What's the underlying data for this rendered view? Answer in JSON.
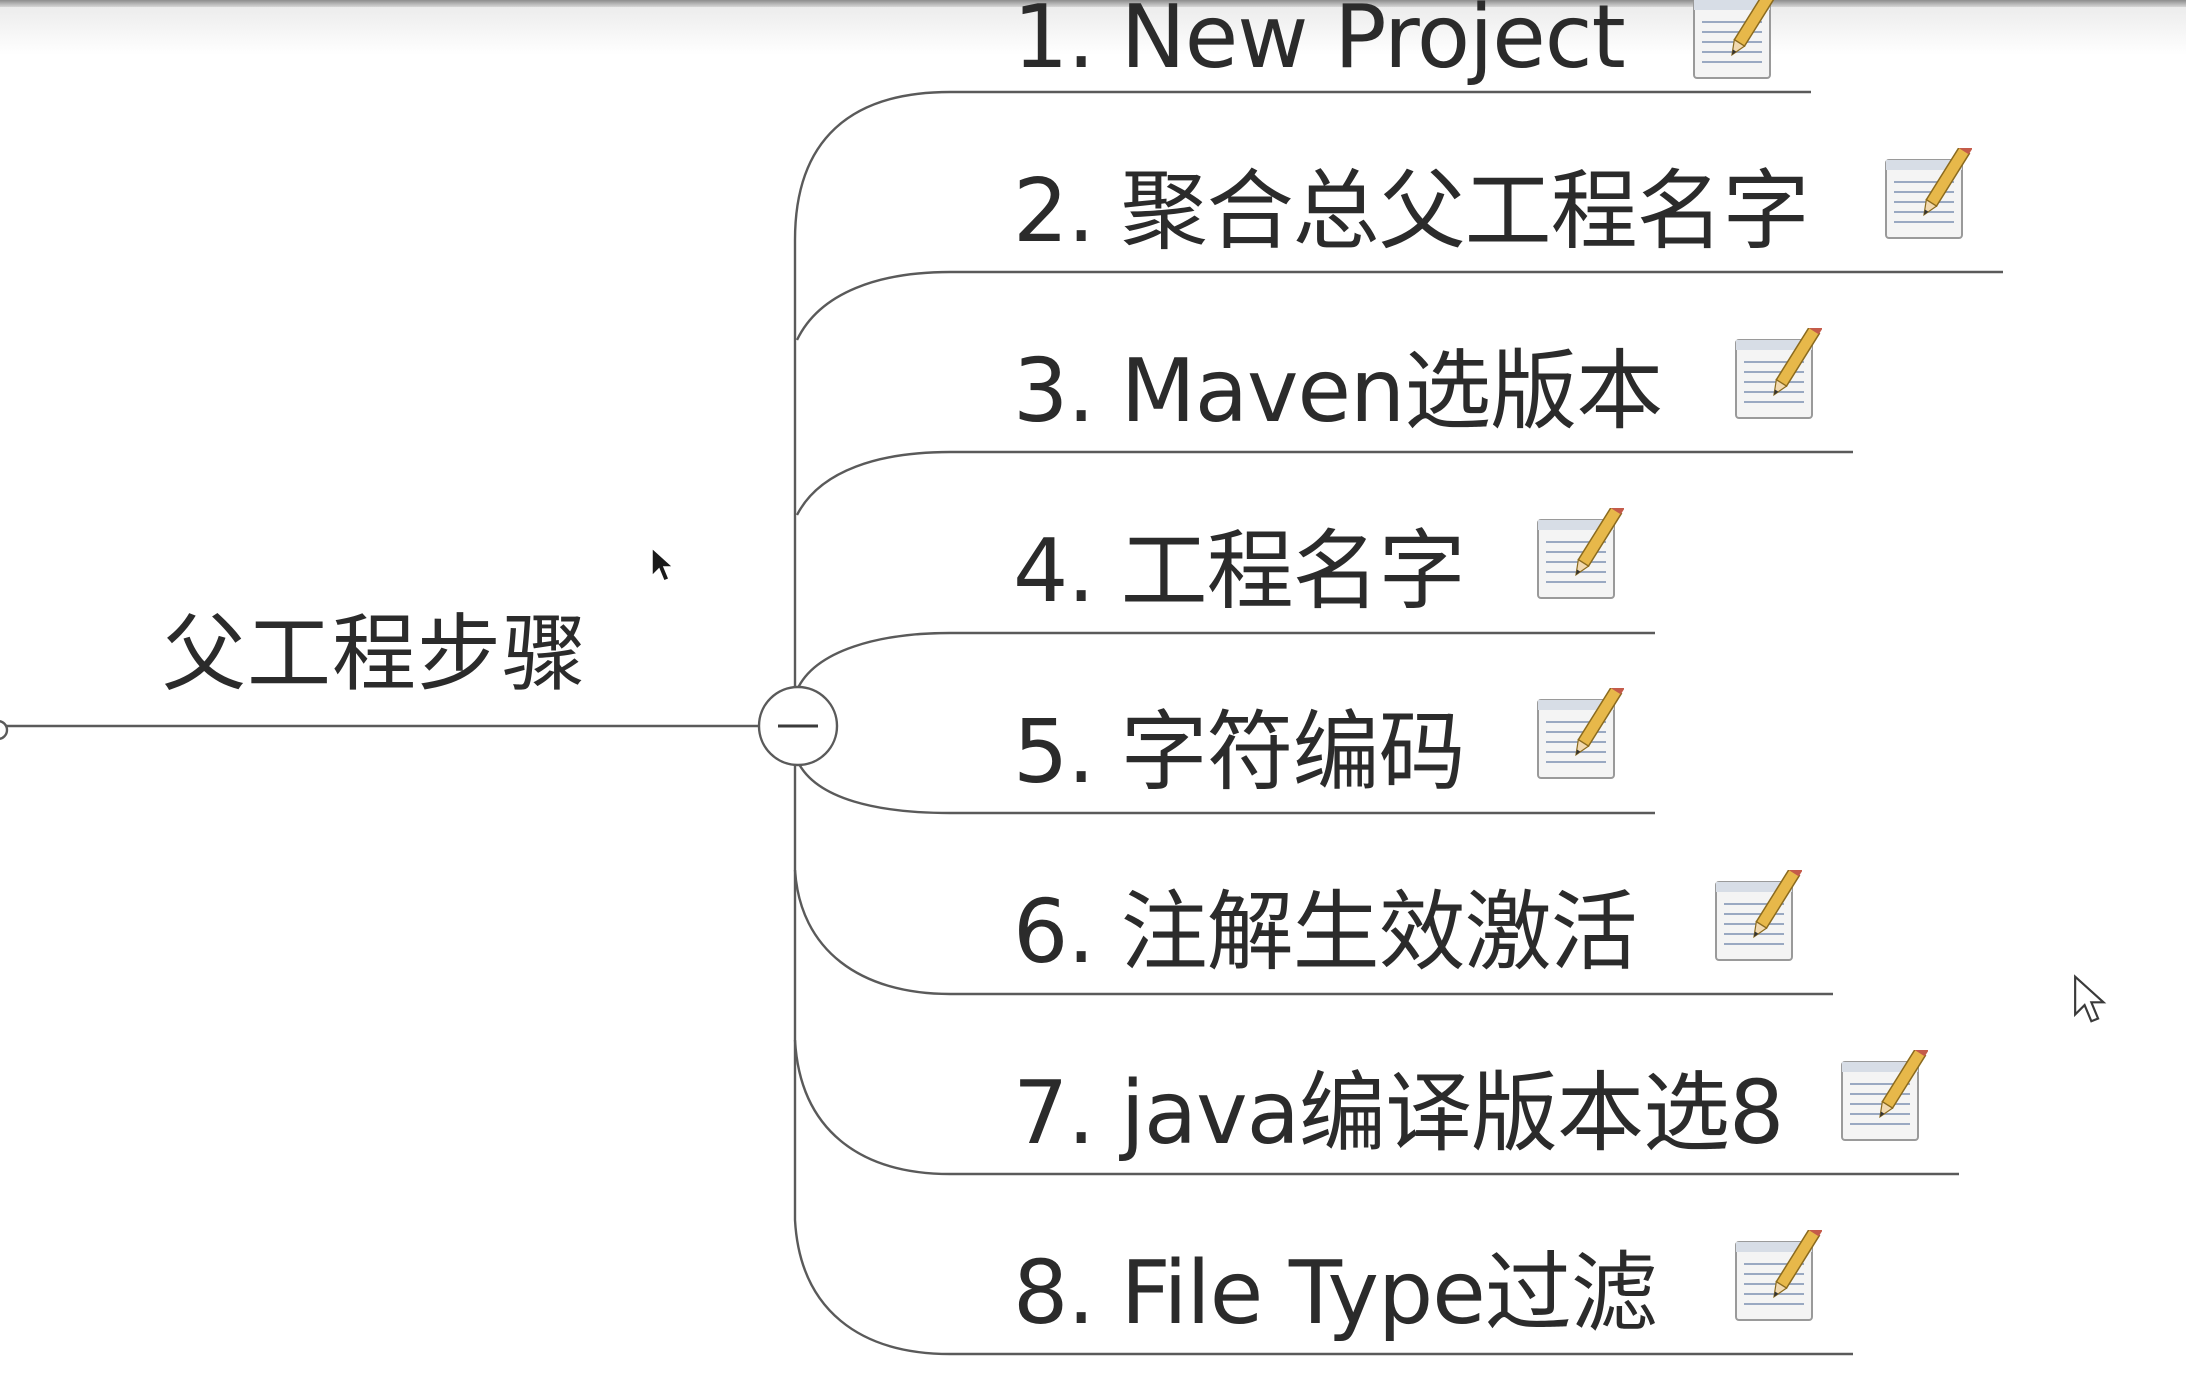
{
  "central_topic": {
    "label": "父工程步骤"
  },
  "collapse_toggle": {
    "symbol": "−",
    "state": "expanded"
  },
  "branches": [
    {
      "label": "1. New Project"
    },
    {
      "label": "2. 聚合总父工程名字"
    },
    {
      "label": "3. Maven选版本"
    },
    {
      "label": "4. 工程名字"
    },
    {
      "label": "5. 字符编码"
    },
    {
      "label": "6. 注解生效激活"
    },
    {
      "label": "7. java编译版本选8"
    },
    {
      "label": "8. File Type过滤"
    }
  ],
  "icons": {
    "branch_note": "note-pencil-icon",
    "pointer": "mouse-cursor-icon"
  },
  "colors": {
    "line": "#5a5a5a",
    "text": "#2b2b2b",
    "background": "#ffffff"
  }
}
